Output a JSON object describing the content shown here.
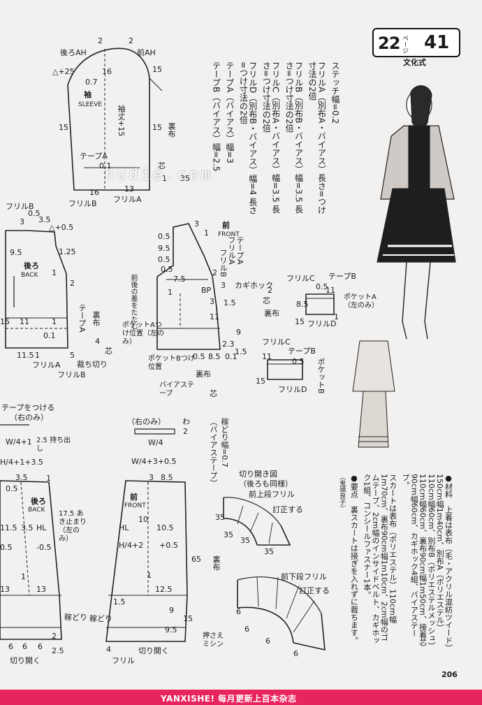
{
  "header": {
    "issue_number": "22",
    "page_kana": "ページ",
    "pattern_id": "41",
    "style_label": "文化式"
  },
  "watermark": "hudie.com",
  "page_number": "206",
  "footer_banner": "YANXISHE! 每月更新上百本杂志",
  "instructions_top": [
    "ステッチ幅=0.2",
    "フリルA（別布A・バイアス）長さ=つけ寸法の2倍",
    "フリルB（別布B・バイアス）幅=3.5 長さ=つけ寸法の2倍",
    "フリルC（別布A・バイアス）幅=3.5 長さ=つけ寸法の2倍",
    "フリルD（別布B・バイアス）幅=4 長さ=つけ寸法の2倍",
    "テープA（バイアス）幅=3",
    "テープB（バイアス）幅=2.5"
  ],
  "materials_text": [
    "●材料　上着は表布（毛・アクリル混紡ツイード）150cm幅1m40cm、別布A（ポリエステル）110cm幅60cm、別布B（ポリエステルメッシュ）110cm幅60cm、裏布90cm幅1m50cm、接着芯90cm幅60cm、カギホック4組、バイアステープ。",
    "スカートは表布（ポリエステル）110cm幅1m70cm、裏布90cm幅1m10cm、2cm幅のゴムテープ、2cm幅のインサイドベルト、カギホック1組、コンシールファスナー1本。",
    "●要点　裏スカートは接ぎを入れずに裁ちます。",
    "（鬼頭良子）"
  ],
  "sleeve": {
    "title": "袖",
    "title_en": "SLEEVE",
    "labels": [
      "後ろAH",
      "前AH",
      "2",
      "2",
      "△+25",
      "16",
      "0.7",
      "15",
      "15",
      "袖丈+15",
      "15",
      "テープA",
      "0.1",
      "16",
      "13",
      "フリルB",
      "フリルA",
      "裏布",
      "芯",
      "35",
      "1"
    ]
  },
  "back_bodice": {
    "title": "後ろ",
    "title_en": "BACK",
    "labels": [
      "フリルB",
      "3",
      "0.5",
      "3.5",
      "△+0.5",
      "9.5",
      "1.25",
      "1",
      "2",
      "11",
      "1",
      "11.5",
      "1",
      "0.1",
      "フリルA",
      "フリルB",
      "テープA",
      "裏布",
      "4",
      "芯",
      "裁ち切り",
      "5",
      "15"
    ]
  },
  "front_bodice": {
    "title": "前",
    "title_en": "FRONT",
    "labels": [
      "3",
      "1",
      "0.5",
      "9.5",
      "0.5",
      "0.5",
      "テープA",
      "フリルA",
      "フリルB",
      "BP",
      "カギホック",
      "前後の差をたたむ",
      "7.5",
      "1",
      "3",
      "1.5",
      "ポケットAつけ位置（左のみ）",
      "ポケットBつけ位置",
      "0.5",
      "8.5",
      "2.3",
      "11",
      "9",
      "1.5",
      "0.1",
      "バイアステープ",
      "裏布",
      "芯",
      "2",
      "3"
    ]
  },
  "pocket_a": {
    "labels": [
      "フリルC",
      "テープB",
      "0.5",
      "11",
      "ポケットA（左のみ）",
      "2",
      "芯",
      "8.5",
      "裏布",
      "フリルD",
      "1",
      "15"
    ]
  },
  "pocket_b": {
    "labels": [
      "フリルC",
      "テープB",
      "11",
      "0.5",
      "ポケットB",
      "15",
      "フリルD"
    ]
  },
  "skirt_back": {
    "title": "後ろ",
    "title_en": "BACK",
    "labels": [
      "テープをつける",
      "（右のみ）",
      "W/4+1",
      "2.5 持ち出し",
      "H/4+1+3.5",
      "0.5",
      "3.5",
      "1",
      "HL",
      "17.5 あき止まり（左のみ）",
      "11.5",
      "3.5",
      "0.5",
      "-0.5",
      "13",
      "1",
      "13",
      "稼どり",
      "6",
      "6",
      "6",
      "2.5",
      "切り開く",
      "2"
    ]
  },
  "skirt_front": {
    "title": "前",
    "title_en": "FRONT",
    "labels": [
      "（右のみ）",
      "W/4",
      "W/4+3+0.5",
      "3",
      "8.5",
      "10",
      "HL",
      "10.5",
      "H/4+2",
      "+0.5",
      "1",
      "12.5",
      "1.5",
      "9",
      "稼どり",
      "9.5",
      "4",
      "15",
      "フリル",
      "切り開く",
      "65",
      "わ",
      "2",
      "稼どり幅=0.7",
      "（バイアステープ）",
      "裏布",
      "押さえミシン"
    ]
  },
  "frill_diagrams": {
    "title": "切り開き図",
    "subtitle": "（後ろも同様）",
    "upper_label": "前上段フリル",
    "upper_note": "訂正する",
    "upper_dims": [
      "35",
      "35",
      "35",
      "35"
    ],
    "lower_label": "前下段フリル",
    "lower_note": "訂正する",
    "lower_dims": [
      "6",
      "6",
      "6",
      "6"
    ]
  },
  "colors": {
    "paper": "#f2f1ef",
    "ink": "#1a1a1a",
    "footer_banner": "#e8245c"
  }
}
